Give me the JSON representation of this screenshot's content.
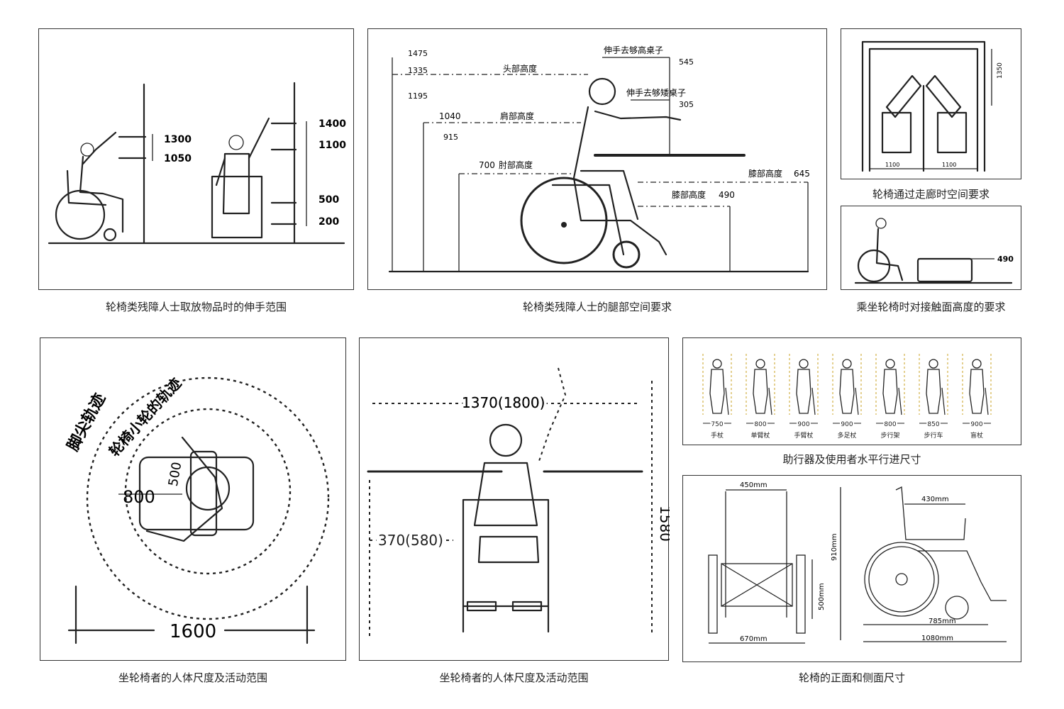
{
  "panels": {
    "reach": {
      "caption": "轮椅类残障人士取放物品时的伸手范围",
      "side_labels": [
        "1300",
        "1050"
      ],
      "front_labels": [
        "1400",
        "1100",
        "500",
        "200"
      ]
    },
    "leg": {
      "caption": "轮椅类残障人士的腿部空间要求",
      "left_dims": [
        "1475",
        "1335",
        "1195",
        "1040",
        "915",
        "700"
      ],
      "head": "头部高度",
      "shoulder": "肩部高度",
      "elbow": "肘部高度",
      "reach_high": "伸手去够高桌子",
      "reach_high_val": "545",
      "reach_low": "伸手去够矮桌子",
      "reach_low_val": "305",
      "knee1": "膝部高度",
      "knee1_val": "645",
      "knee2": "膝部高度",
      "knee2_val": "490"
    },
    "corridor": {
      "caption": "轮椅通过走廊时空间要求",
      "dim_v": "1350",
      "dim_a": "1100",
      "dim_b": "1100"
    },
    "contact": {
      "caption": "乘坐轮椅时对接触面高度的要求",
      "dim": "490"
    },
    "turning": {
      "caption": "坐轮椅者的人体尺度及活动范围",
      "outer_track": "脚尖轨迹",
      "inner_track": "轮椅小轮的轨迹",
      "dim_800": "800",
      "dim_500": "500",
      "dim_1600": "1600"
    },
    "body": {
      "caption": "坐轮椅者的人体尺度及活动范围",
      "span": "1370(1800)",
      "side": "370(580)",
      "height": "1580"
    },
    "aids": {
      "caption": "助行器及使用者水平行进尺寸",
      "items": [
        {
          "width": "750",
          "label": "手杖"
        },
        {
          "width": "800",
          "label": "单臂杖"
        },
        {
          "width": "900",
          "label": "手臂杖"
        },
        {
          "width": "900",
          "label": "多足杖"
        },
        {
          "width": "800",
          "label": "步行架"
        },
        {
          "width": "850",
          "label": "步行车"
        },
        {
          "width": "900",
          "label": "盲杖"
        }
      ]
    },
    "wheelchair": {
      "caption": "轮椅的正面和侧面尺寸",
      "front_top": "450mm",
      "front_seat": "500mm",
      "front_width": "670mm",
      "side_height": "910mm",
      "side_top": "430mm",
      "side_wheel": "785mm",
      "side_length": "1080mm"
    }
  }
}
